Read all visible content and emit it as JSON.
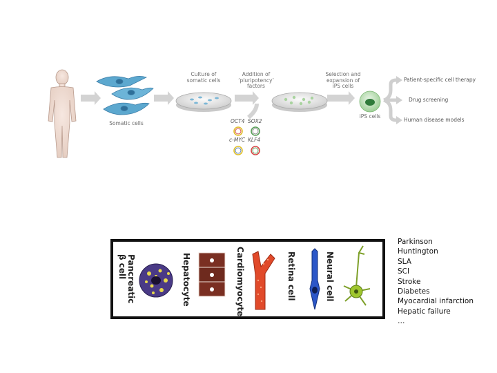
{
  "reprogramming": {
    "somatic_cells_label": "Somatic cells",
    "culture_label": "Culture of\nsomatic cells",
    "addition_label": "Addition of\n‘pluripotency’\nfactors",
    "selection_label": "Selection and\nexpansion of\niPS cells",
    "ips_label": "iPS cells",
    "factors": [
      "OCT4",
      "SOX2",
      "c-MYC",
      "KLF4"
    ],
    "applications": [
      "Patient-specific cell therapy",
      "Drug screening",
      "Human disease models"
    ]
  },
  "differentiated_cells": [
    "Neural cell",
    "Retina cell",
    "Cardiomyocyte",
    "Hepatocyte",
    "Pancreatic β cell"
  ],
  "diseases": [
    "Parkinson",
    "Huntington",
    "SLA",
    "SCI",
    "Stroke",
    "Diabetes",
    "Myocardial infarction",
    "Hepatic failure",
    "…"
  ]
}
